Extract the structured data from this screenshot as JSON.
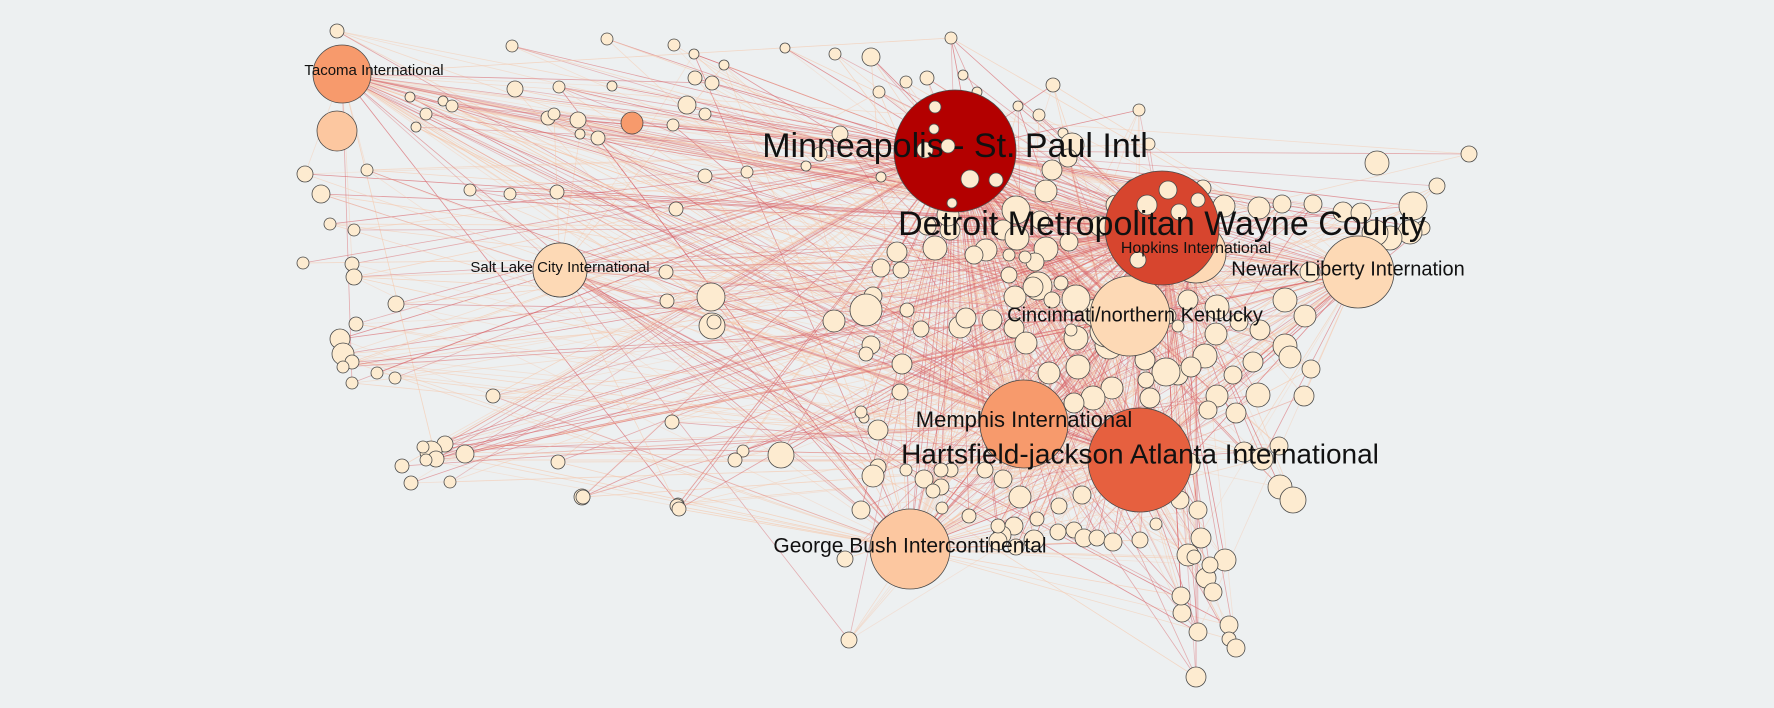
{
  "graph": {
    "colors": {
      "background": "#edf0f1",
      "hub_dark": "#b30000",
      "hub_strong": "#d7452e",
      "hub_mid": "#e6603f",
      "hub_warm": "#f79a6c",
      "hub_light": "#fcc7a0",
      "hub_pale": "#fdd9b5",
      "node_default": "#fdebd0",
      "edge_strong": "#d8646a",
      "edge_weak": "#f6c6a9"
    },
    "hubs": [
      {
        "id": "msp",
        "label": "Minneapolis - St. Paul Intl",
        "color": "hub_dark"
      },
      {
        "id": "dtw",
        "label": "Detroit Metropolitan Wayne County",
        "color": "hub_strong"
      },
      {
        "id": "atl",
        "label": "Hartsfield-jackson Atlanta International",
        "color": "hub_mid"
      },
      {
        "id": "mem",
        "label": "Memphis International",
        "color": "hub_warm"
      },
      {
        "id": "iah",
        "label": "George Bush Intercontinental",
        "color": "hub_light"
      },
      {
        "id": "cvg",
        "label": "Cincinnati/northern Kentucky",
        "color": "hub_pale"
      },
      {
        "id": "ewr",
        "label": "Newark Liberty Internation",
        "color": "hub_pale"
      },
      {
        "id": "bwi",
        "label": "Hopkins International",
        "color": "hub_pale"
      },
      {
        "id": "tac",
        "label": "Tacoma International",
        "color": "hub_warm"
      },
      {
        "id": "slc",
        "label": "Salt Lake City International",
        "color": "hub_pale"
      }
    ]
  }
}
